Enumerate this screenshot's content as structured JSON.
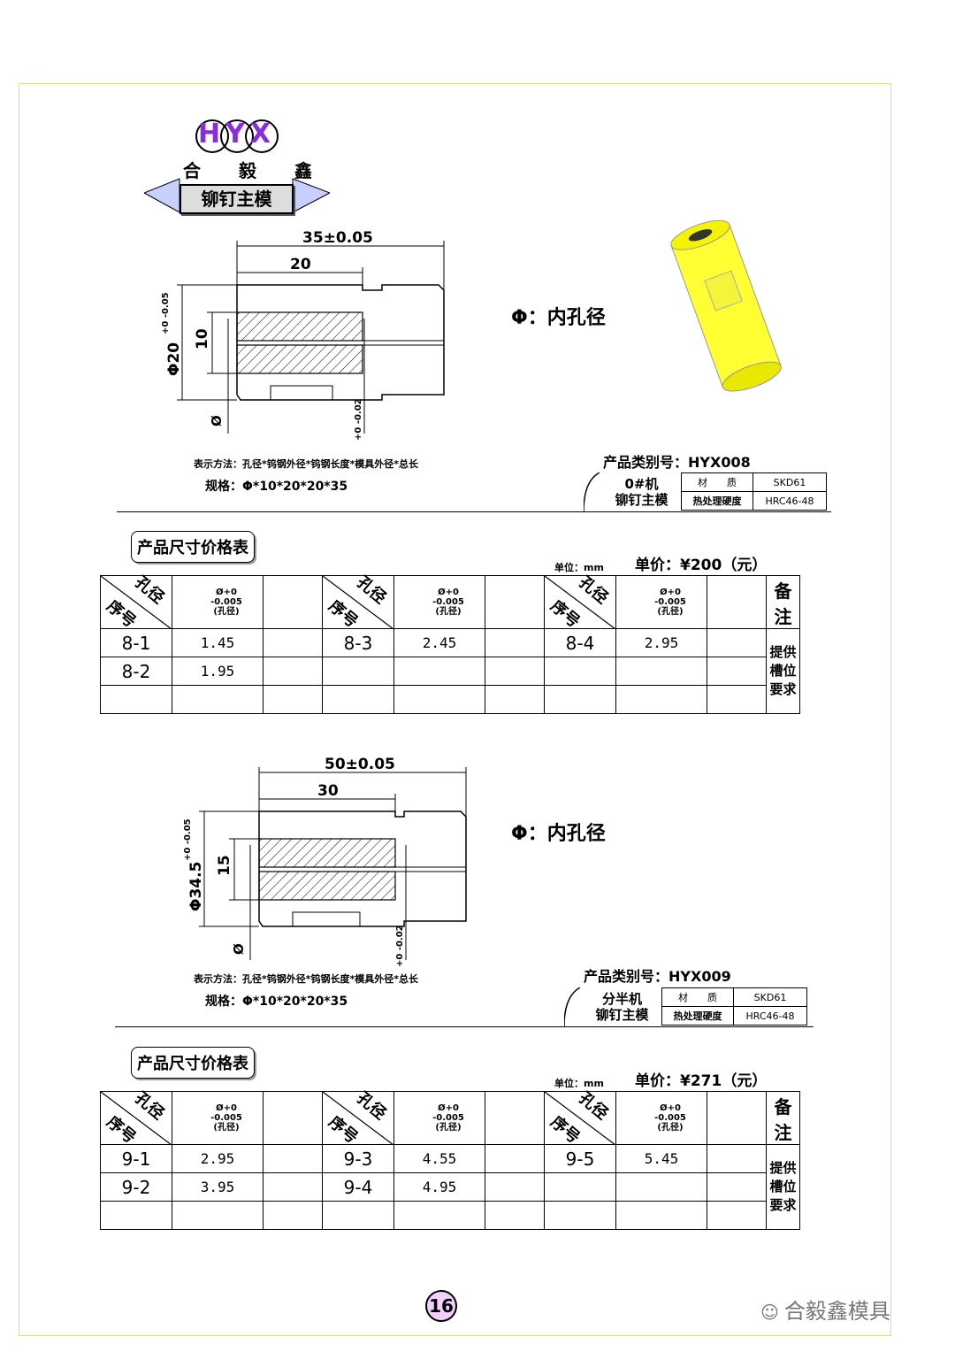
{
  "logo": {
    "brand": "HYX",
    "company": "合 毅 鑫"
  },
  "watermark": "合毅鑫模具",
  "page_number": "16",
  "sections": [
    {
      "title": "铆钉主模",
      "drawing": {
        "overall_length": "35±0.05",
        "hatch_length": "20",
        "outer_dia": "Φ20",
        "outer_tol": "+0 -0.05",
        "inner_dim": "10",
        "hole_symbol": "Ø",
        "hole_tol": "+0 -0.02"
      },
      "phi_note": "Φ：内孔径",
      "method_note": "表示方法：孔径*钨钢外径*钨钢长度*模具外径*总长",
      "spec": "规格：Φ*10*20*20*35",
      "product_code": "产品类别号：HYX008",
      "machine": [
        "0#机",
        "铆钉主模"
      ],
      "material_label": "材　　质",
      "material": "SKD61",
      "hardness_label": "热处理硬度",
      "hardness": "HRC46-48",
      "table_title": "产品尺寸价格表",
      "unit": "单位：mm",
      "price": "单价：¥200（元）",
      "col_hole": "孔径",
      "col_seq": "序号",
      "col_tol": [
        "Ø+0",
        "-0.005",
        "(孔径)"
      ],
      "remark_header": "备注",
      "remark_body": [
        "提供",
        "槽位",
        "要求"
      ],
      "rows": [
        [
          {
            "seq": "8-1",
            "val": "1.45"
          },
          {
            "seq": "8-3",
            "val": "2.45"
          },
          {
            "seq": "8-4",
            "val": "2.95"
          }
        ],
        [
          {
            "seq": "8-2",
            "val": "1.95"
          },
          {
            "seq": "",
            "val": ""
          },
          {
            "seq": "",
            "val": ""
          }
        ],
        [
          {
            "seq": "",
            "val": ""
          },
          {
            "seq": "",
            "val": ""
          },
          {
            "seq": "",
            "val": ""
          }
        ]
      ]
    },
    {
      "drawing": {
        "overall_length": "50±0.05",
        "hatch_length": "30",
        "outer_dia": "Φ34.5",
        "outer_tol": "+0 -0.05",
        "inner_dim": "15",
        "hole_symbol": "Ø",
        "hole_tol": "+0 -0.02"
      },
      "phi_note": "Φ：内孔径",
      "method_note": "表示方法：孔径*钨钢外径*钨钢长度*模具外径*总长",
      "spec": "规格：Φ*10*20*20*35",
      "product_code": "产品类别号：HYX009",
      "machine": [
        "分半机",
        "铆钉主模"
      ],
      "material_label": "材　　质",
      "material": "SKD61",
      "hardness_label": "热处理硬度",
      "hardness": "HRC46-48",
      "table_title": "产品尺寸价格表",
      "unit": "单位：mm",
      "price": "单价：¥271（元）",
      "col_hole": "孔径",
      "col_seq": "序号",
      "col_tol": [
        "Ø+0",
        "-0.005",
        "(孔径)"
      ],
      "remark_header": "备注",
      "remark_body": [
        "提供",
        "槽位",
        "要求"
      ],
      "rows": [
        [
          {
            "seq": "9-1",
            "val": "2.95"
          },
          {
            "seq": "9-3",
            "val": "4.55"
          },
          {
            "seq": "9-5",
            "val": "5.45"
          }
        ],
        [
          {
            "seq": "9-2",
            "val": "3.95"
          },
          {
            "seq": "9-4",
            "val": "4.95"
          },
          {
            "seq": "",
            "val": ""
          }
        ],
        [
          {
            "seq": "",
            "val": ""
          },
          {
            "seq": "",
            "val": ""
          },
          {
            "seq": "",
            "val": ""
          }
        ]
      ]
    }
  ],
  "colors": {
    "frame": "#e6e64a",
    "part": "#ffff33",
    "logo": "#8a2be2",
    "page_badge": "#f5d0ff"
  }
}
